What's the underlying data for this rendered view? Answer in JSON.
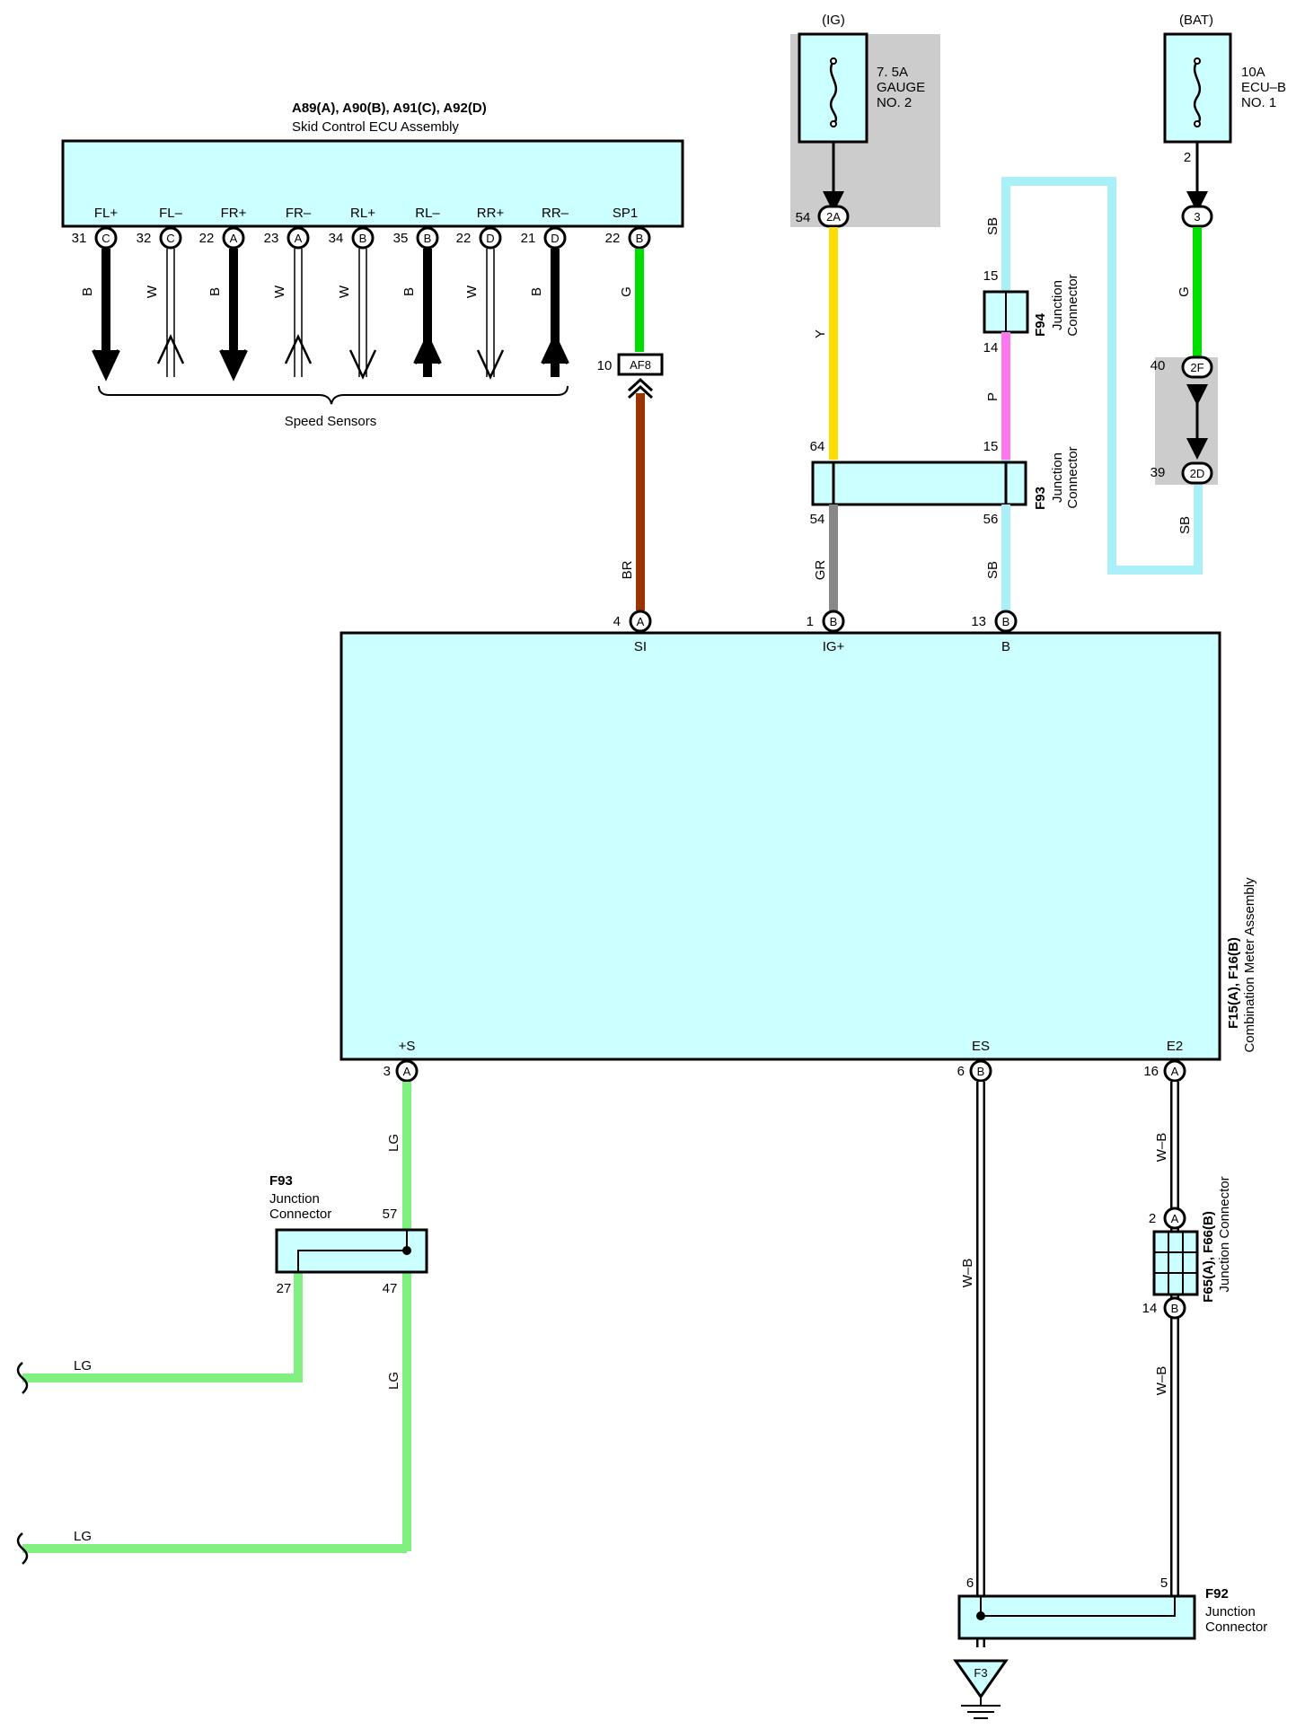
{
  "ecu": {
    "title": "A89(A), A90(B), A91(C), A92(D)",
    "subtitle": "Skid Control ECU Assembly",
    "terminals": [
      {
        "label": "FL+",
        "pin": "31",
        "conn": "C",
        "wire": "B",
        "dir": "down"
      },
      {
        "label": "FL–",
        "pin": "32",
        "conn": "C",
        "wire": "W",
        "dir": "up"
      },
      {
        "label": "FR+",
        "pin": "22",
        "conn": "A",
        "wire": "B",
        "dir": "down"
      },
      {
        "label": "FR–",
        "pin": "23",
        "conn": "A",
        "wire": "W",
        "dir": "up"
      },
      {
        "label": "RL+",
        "pin": "34",
        "conn": "B",
        "wire": "W",
        "dir": "down"
      },
      {
        "label": "RL–",
        "pin": "35",
        "conn": "B",
        "wire": "B",
        "dir": "up"
      },
      {
        "label": "RR+",
        "pin": "22",
        "conn": "D",
        "wire": "W",
        "dir": "down"
      },
      {
        "label": "RR–",
        "pin": "21",
        "conn": "D",
        "wire": "B",
        "dir": "up"
      }
    ],
    "sp1": {
      "label": "SP1",
      "pin": "22",
      "conn": "B",
      "wire": "G"
    },
    "speed_sensors": "Speed Sensors"
  },
  "af8": {
    "label": "AF8",
    "pin": "10",
    "wire": "BR"
  },
  "fuse_ig": {
    "source": "(IG)",
    "line1": "7. 5A",
    "line2": "GAUGE",
    "line3": "NO. 2",
    "pin": "54",
    "conn": "2A",
    "wire": "Y"
  },
  "fuse_bat": {
    "source": "(BAT)",
    "line1": "10A",
    "line2": "ECU–B",
    "line3": "NO. 1",
    "pin": "2",
    "conn": "3",
    "wire": "G"
  },
  "f94": {
    "name": "F94",
    "desc1": "Junction",
    "desc2": "Connector",
    "pin_top": "15",
    "pin_bottom": "14",
    "wire_top": "SB",
    "wire_bottom": "P"
  },
  "f93_top": {
    "name": "F93",
    "desc1": "Junction",
    "desc2": "Connector",
    "pin_64": "64",
    "pin_15": "15",
    "pin_54": "54",
    "pin_56": "56",
    "wire_gr": "GR",
    "wire_sb": "SB"
  },
  "bat_junction": {
    "pin_40": "40",
    "conn_2f": "2F",
    "pin_39": "39",
    "conn_2d": "2D",
    "wire": "SB"
  },
  "meter": {
    "title": "F15(A), F16(B)",
    "subtitle": "Combination Meter Assembly",
    "top": [
      {
        "label": "SI",
        "pin": "4",
        "conn": "A"
      },
      {
        "label": "IG+",
        "pin": "1",
        "conn": "B"
      },
      {
        "label": "B",
        "pin": "13",
        "conn": "B"
      }
    ],
    "bottom": [
      {
        "label": "+S",
        "pin": "3",
        "conn": "A"
      },
      {
        "label": "ES",
        "pin": "6",
        "conn": "B"
      },
      {
        "label": "E2",
        "pin": "16",
        "conn": "A"
      }
    ]
  },
  "f93_bottom": {
    "name": "F93",
    "desc1": "Junction",
    "desc2": "Connector",
    "pin_57": "57",
    "pin_27": "27",
    "pin_47": "47",
    "wire": "LG"
  },
  "lg_left": {
    "wire1": "LG",
    "wire2": "LG"
  },
  "f65": {
    "title": "F65(A), F66(B)",
    "subtitle": "Junction Connector",
    "pin_2": "2",
    "conn_a": "A",
    "pin_14": "14",
    "conn_b": "B",
    "wire": "W–B"
  },
  "es_wire": "W–B",
  "f92": {
    "name": "F92",
    "desc1": "Junction",
    "desc2": "Connector",
    "pin_6": "6",
    "pin_5": "5"
  },
  "ground": {
    "label": "F3"
  },
  "colors": {
    "box": "#ccffff",
    "green": "#00dd00",
    "lightgreen": "#80f080",
    "brown": "#993300",
    "yellow": "#ffdd00",
    "gray": "#888888",
    "cyan": "#aaf0f8",
    "pink": "#ff77ee",
    "shade": "#cccccc"
  }
}
